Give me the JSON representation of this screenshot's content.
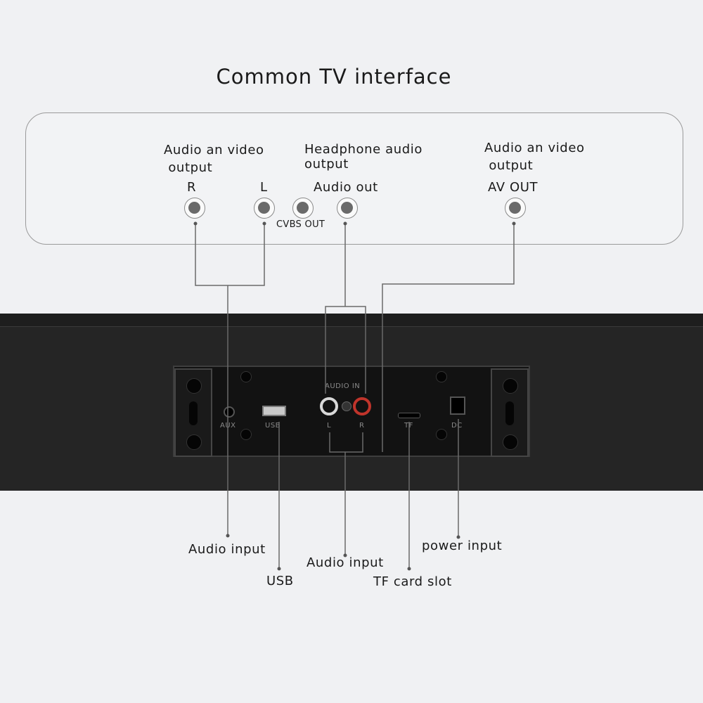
{
  "title": "Common TV interface",
  "tv": {
    "group1_label": "Audio an video\n output",
    "group1_line1": "Audio an video",
    "group1_line2": " output",
    "r_label": "R",
    "l_label": "L",
    "cvbs_label": "CVBS OUT",
    "group2_line1": "Headphone audio",
    "group2_line2": "output",
    "audio_out_label": "Audio out",
    "group3_line1": "Audio an video",
    "group3_line2": " output",
    "av_out_label": "AV OUT"
  },
  "device": {
    "aux": "AUX",
    "usb": "USB",
    "audio_in": "AUDIO IN",
    "l": "L",
    "r": "R",
    "tf": "TF",
    "dc": "DC"
  },
  "callouts": {
    "audio_input_left": "Audio input",
    "usb": "USB",
    "audio_input_center": "Audio input",
    "tf_card_slot": "TF card slot",
    "power_input": "power input"
  },
  "colors": {
    "background": "#f0f1f3",
    "soundbar": "#252525",
    "line": "#6a6a6a"
  }
}
